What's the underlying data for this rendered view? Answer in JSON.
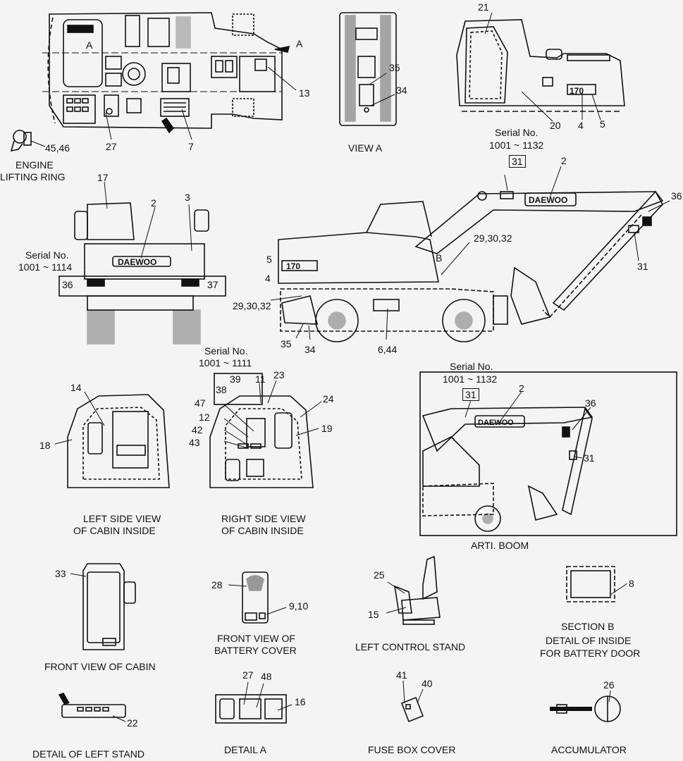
{
  "views": {
    "top": {
      "caption": "",
      "labels": [
        "A",
        "A",
        "13",
        "27",
        "7"
      ]
    },
    "view_a": {
      "caption": "VIEW  A",
      "labels": [
        "35",
        "34"
      ]
    },
    "side_top": {
      "labels": [
        "21",
        "20",
        "4",
        "5"
      ]
    },
    "lifting_ring": {
      "caption_1": "ENGINE",
      "caption_2": "LIFTING RING",
      "labels": [
        "45,46"
      ]
    },
    "rear": {
      "serial_1": "Serial No.",
      "serial_2": "1001 ~ 1114",
      "labels": [
        "17",
        "2",
        "3",
        "36",
        "37"
      ],
      "logo": "DAEWOO"
    },
    "main_side": {
      "serial_1": "Serial No.",
      "serial_2": "1001 ~ 1132",
      "labels": [
        "31",
        "2",
        "36",
        "29,30,32",
        "31",
        "5",
        "4",
        "29,30,32",
        "35",
        "34",
        "6,44",
        "B"
      ],
      "logo": "DAEWOO"
    },
    "cabin_left": {
      "caption_1": "LEFT SIDE VIEW",
      "caption_2": "OF CABIN INSIDE",
      "labels": [
        "14",
        "18"
      ]
    },
    "cabin_right": {
      "caption_1": "RIGHT SIDE VIEW",
      "caption_2": "OF CABIN INSIDE",
      "serial_1": "Serial No.",
      "serial_2": "1001 ~ 1111",
      "labels": [
        "39",
        "38",
        "11",
        "23",
        "47",
        "12",
        "42",
        "43",
        "24",
        "19"
      ]
    },
    "arti_boom": {
      "caption": "ARTI. BOOM",
      "serial_1": "Serial No.",
      "serial_2": "1001 ~ 1132",
      "labels": [
        "31",
        "2",
        "36",
        "31"
      ],
      "logo": "DAEWOO"
    },
    "front_cabin": {
      "caption": "FRONT VIEW OF CABIN",
      "labels": [
        "33"
      ]
    },
    "battery_cover": {
      "caption_1": "FRONT VIEW OF",
      "caption_2": "BATTERY COVER",
      "labels": [
        "28",
        "9,10"
      ]
    },
    "left_control": {
      "caption": "LEFT CONTROL STAND",
      "labels": [
        "25",
        "15"
      ]
    },
    "section_b": {
      "caption_1": "SECTION  B",
      "caption_2": "DETAIL  OF INSIDE",
      "caption_3": "FOR BATTERY DOOR",
      "labels": [
        "8"
      ]
    },
    "left_stand": {
      "caption": "DETAIL OF LEFT STAND",
      "labels": [
        "22"
      ]
    },
    "detail_a": {
      "caption": "DETAIL  A",
      "labels": [
        "27",
        "48",
        "16"
      ]
    },
    "fuse_box": {
      "caption": "FUSE BOX COVER",
      "labels": [
        "41",
        "40"
      ]
    },
    "accumulator": {
      "caption": "ACCUMULATOR",
      "labels": [
        "26"
      ]
    }
  },
  "colors": {
    "ink": "#111111",
    "paper": "#f4f4f4",
    "decal": "#cfcfcf"
  }
}
